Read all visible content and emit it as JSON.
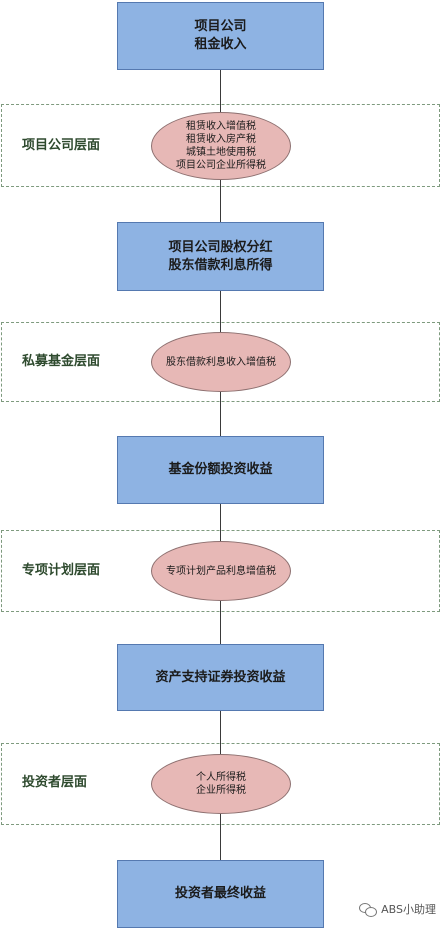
{
  "boxes": [
    "项目公司\n租金收入",
    "项目公司股权分红\n股东借款利息所得",
    "基金份额投资收益",
    "资产支持证券投资收益",
    "投资者最终收益"
  ],
  "layers": [
    {
      "label": "项目公司层面",
      "taxes": "租赁收入增值税\n租赁收入房产税\n城镇土地使用税\n项目公司企业所得税"
    },
    {
      "label": "私募基金层面",
      "taxes": "股东借款利息收入增值税"
    },
    {
      "label": "专项计划层面",
      "taxes": "专项计划产品利息增值税"
    },
    {
      "label": "投资者层面",
      "taxes": "个人所得税\n企业所得税"
    }
  ],
  "watermark": "ABS小助理"
}
